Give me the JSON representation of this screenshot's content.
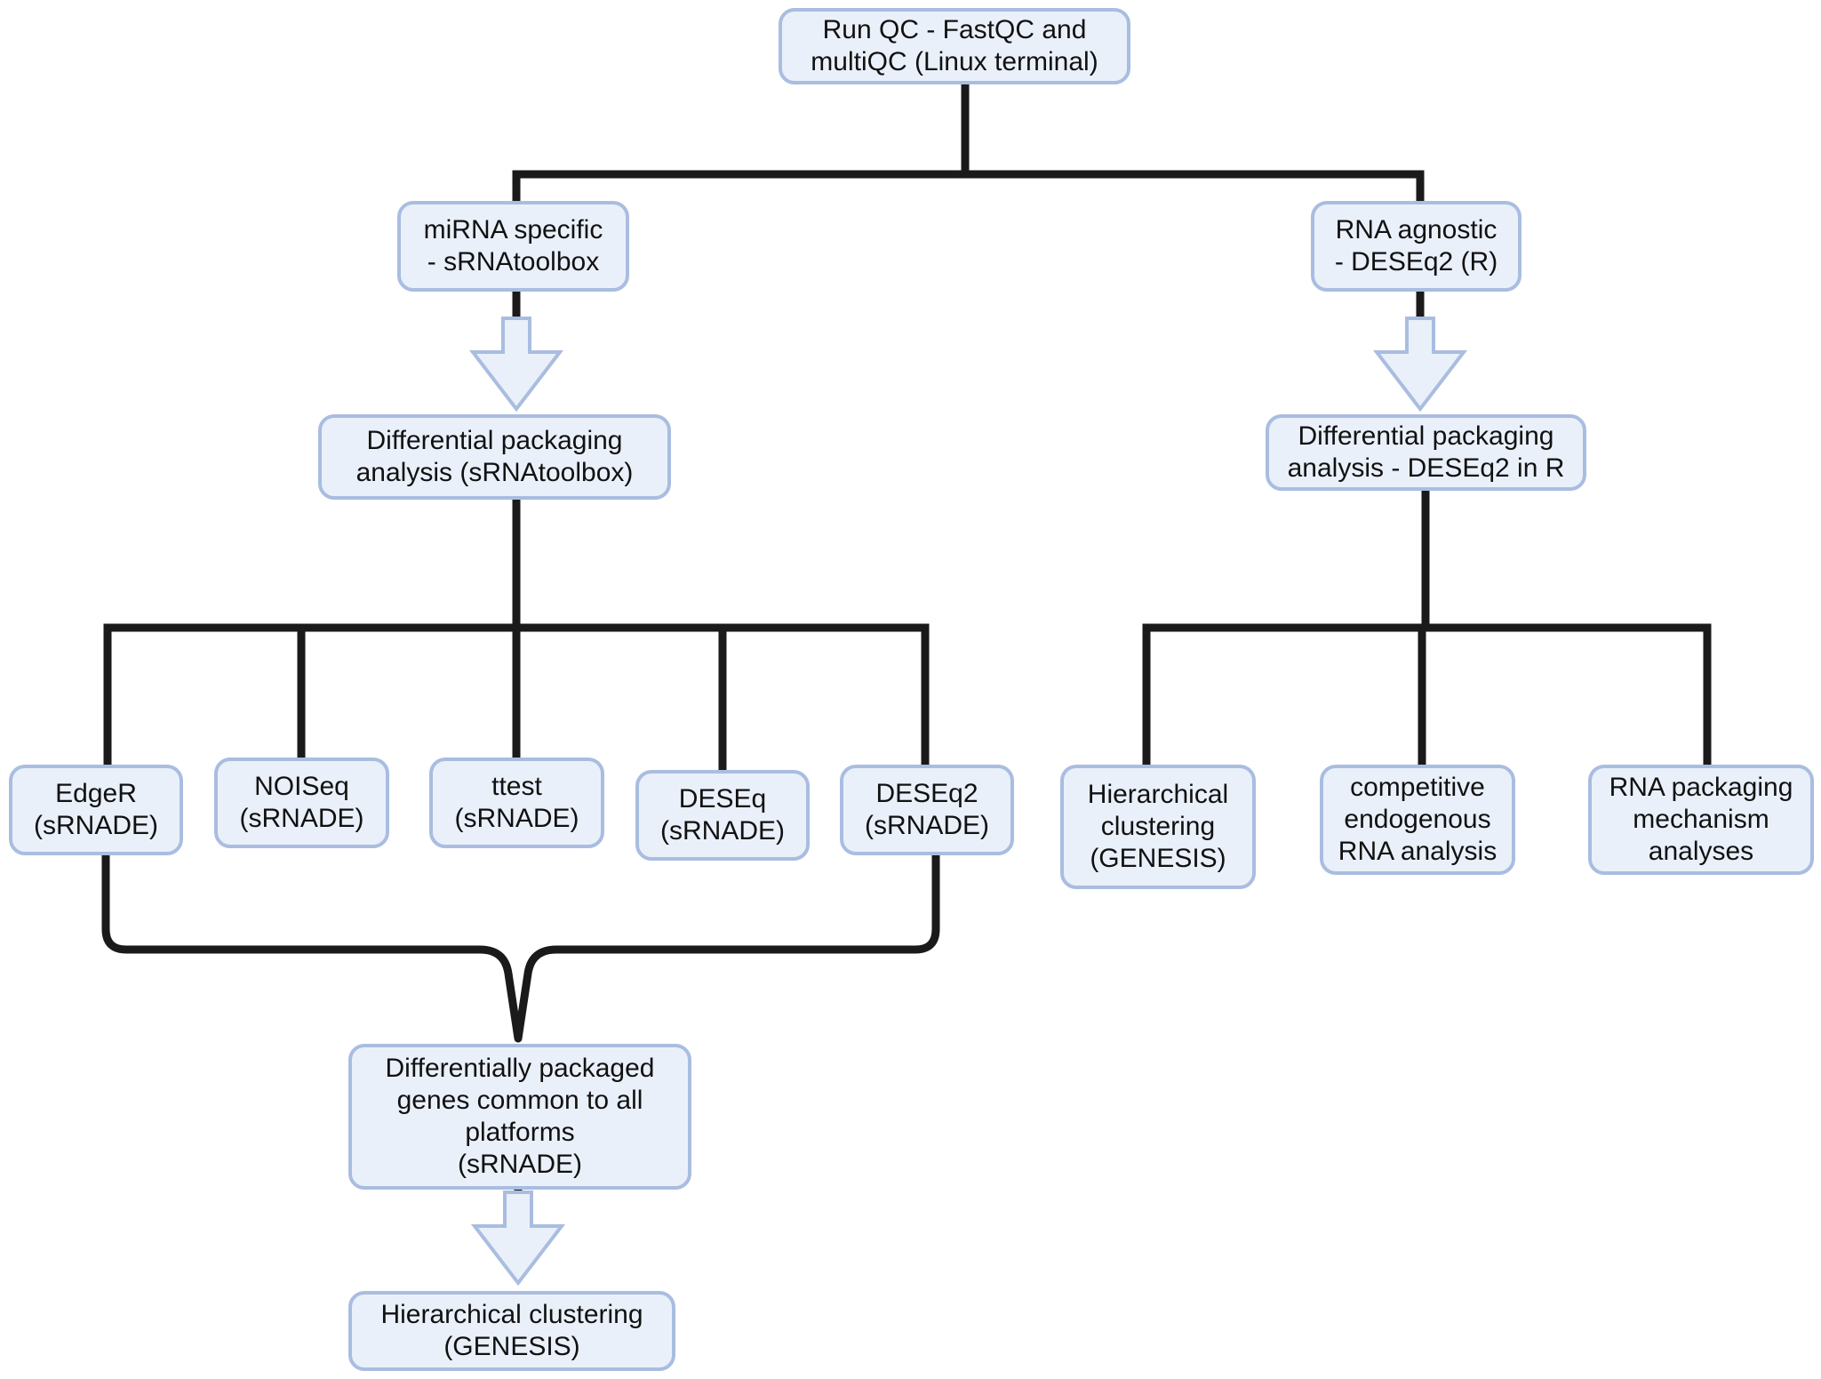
{
  "nodes": {
    "run_qc": "Run QC - FastQC and\nmultiQC (Linux terminal)",
    "mirna_specific": "miRNA specific\n- sRNAtoolbox",
    "rna_agnostic": "RNA agnostic\n- DESEq2 (R)",
    "diff_packaging_left": "Differential packaging\nanalysis  (sRNAtoolbox)",
    "diff_packaging_right": "Differential packaging\nanalysis - DESEq2 in R",
    "edger": "EdgeR\n(sRNADE)",
    "noiseq": "NOISeq\n(sRNADE)",
    "ttest": "ttest\n(sRNADE)",
    "deseq": "DESEq\n(sRNADE)",
    "deseq2": "DESEq2\n(sRNADE)",
    "hier_clust_genesis": "Hierarchical\nclustering\n(GENESIS)",
    "competitive_endogenous": "competitive\nendogenous\nRNA analysis",
    "rna_packaging_mechanism": "RNA packaging\nmechanism\nanalyses",
    "diff_common": "Differentially packaged\ngenes common to all\nplatforms\n(sRNADE)",
    "hier_clust_bottom": "Hierarchical clustering\n(GENESIS)"
  },
  "colors": {
    "box_fill": "#eaf0fa",
    "box_border": "#a9bde0",
    "connector": "#1a1a1a",
    "arrow_fill": "#eaf0fa",
    "arrow_border": "#a9bde0"
  }
}
